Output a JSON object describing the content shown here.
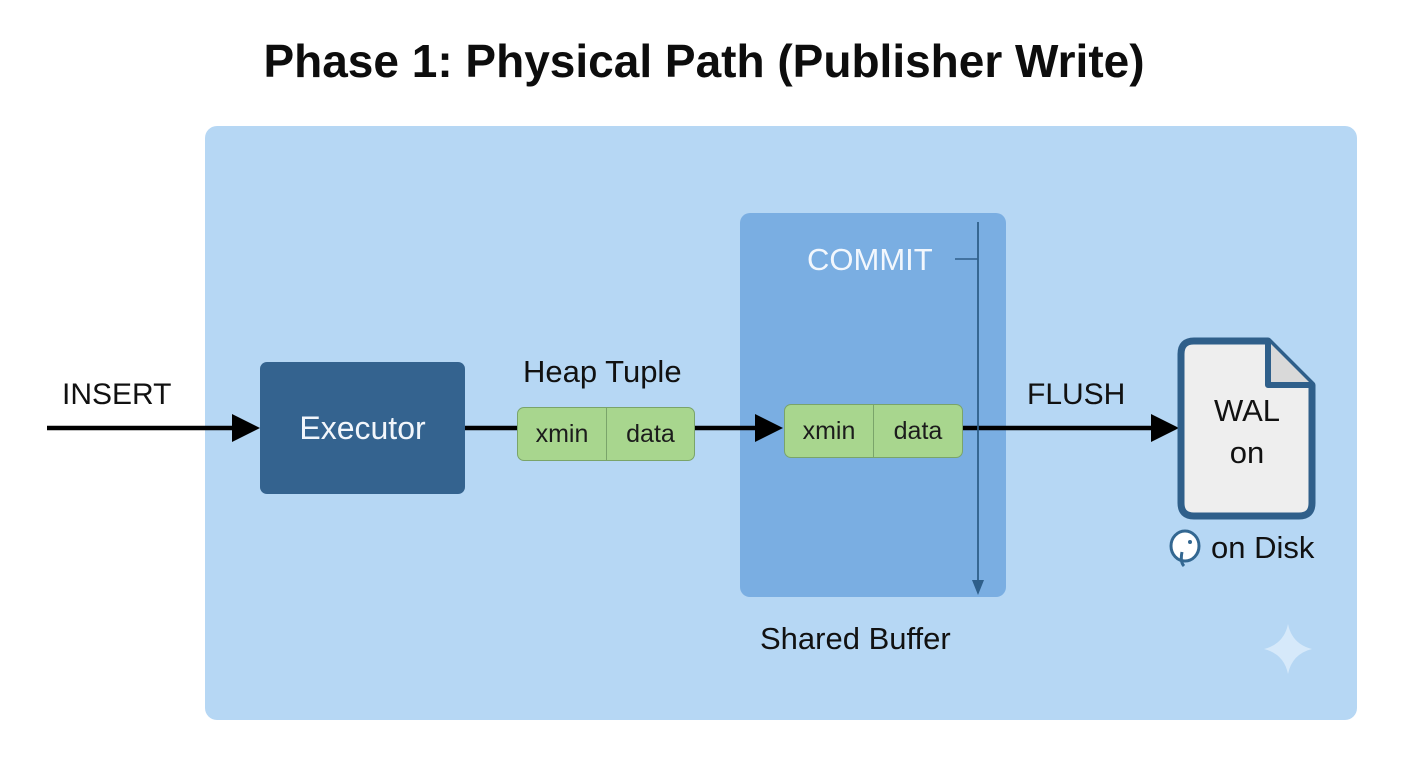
{
  "title": "Phase 1: Physical Path (Publisher Write)",
  "labels": {
    "insert": "INSERT",
    "heap_tuple": "Heap Tuple",
    "commit": "COMMIT",
    "flush": "FLUSH",
    "shared_buffer": "Shared Buffer",
    "on_disk": "on Disk"
  },
  "executor": {
    "label": "Executor"
  },
  "heap_tuple": {
    "field1": "xmin",
    "field2": "data"
  },
  "buffer_tuple": {
    "field1": "xmin",
    "field2": "data"
  },
  "wal": {
    "line1": "WAL",
    "line2": "on"
  },
  "icons": {
    "disk_logo": "postgresql-elephant-icon",
    "watermark": "sparkle-icon"
  },
  "colors": {
    "panel": "#b6d7f4",
    "shared_buffer": "#7aaee2",
    "executor": "#34638f",
    "tuple_fill": "#a8d68e",
    "wal_border": "#2f5f8a",
    "wal_fill": "#eeeeee",
    "arrow": "#000000"
  }
}
